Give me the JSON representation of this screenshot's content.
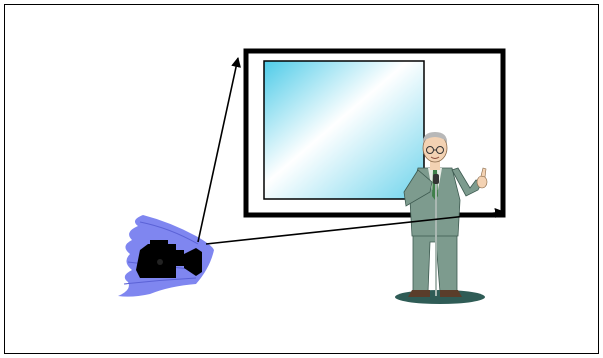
{
  "diagram": {
    "elements": [
      {
        "id": "camera",
        "icon": "video-camera-icon"
      },
      {
        "id": "presentation-screen",
        "icon": "projection-screen-icon"
      },
      {
        "id": "presenter",
        "icon": "speaker-at-microphone-icon"
      }
    ],
    "arrows": [
      {
        "from": "camera",
        "to": "screen-top-left-corner"
      },
      {
        "from": "camera",
        "to": "screen-bottom-right-corner"
      }
    ],
    "colors": {
      "frame": "#000000",
      "screen_gradient_light": "#ffffff",
      "screen_gradient_dark": "#6fd4ec",
      "camera_flare": "#7f86f0",
      "suit": "#7d9b8e",
      "suit_shadow": "#5f7c70",
      "stage_base": "#2f5c56"
    }
  }
}
